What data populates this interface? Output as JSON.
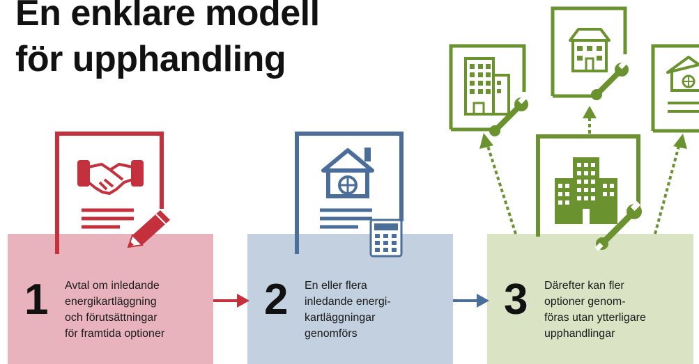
{
  "title": {
    "line1": "En enklare modell",
    "line2": "för upphandling"
  },
  "colors": {
    "step1_accent": "#c4303c",
    "step1_bg": "#e8b3bd",
    "step2_accent": "#4a6e99",
    "step2_bg": "#c2d0df",
    "step3_accent": "#6a9330",
    "step3_bg": "#dae4c5"
  },
  "steps": [
    {
      "number": "1",
      "lines": [
        "Avtal om inledande",
        "energikartläggning",
        "och förutsättningar",
        "för framtida optioner"
      ],
      "icons": [
        "document-icon",
        "handshake-icon",
        "pencil-icon"
      ]
    },
    {
      "number": "2",
      "lines": [
        "En eller flera",
        "inledande energi-",
        "kartläggningar",
        "genomförs"
      ],
      "icons": [
        "document-icon",
        "house-icon",
        "calculator-icon"
      ]
    },
    {
      "number": "3",
      "lines": [
        "Därefter kan fler",
        "optioner genom-",
        "föras utan ytterligare",
        "upphandlingar"
      ],
      "icons": [
        "document-icon",
        "apartment-building-icon",
        "wrench-icon",
        "office-building-icon",
        "villa-icon",
        "house-icon"
      ]
    }
  ]
}
